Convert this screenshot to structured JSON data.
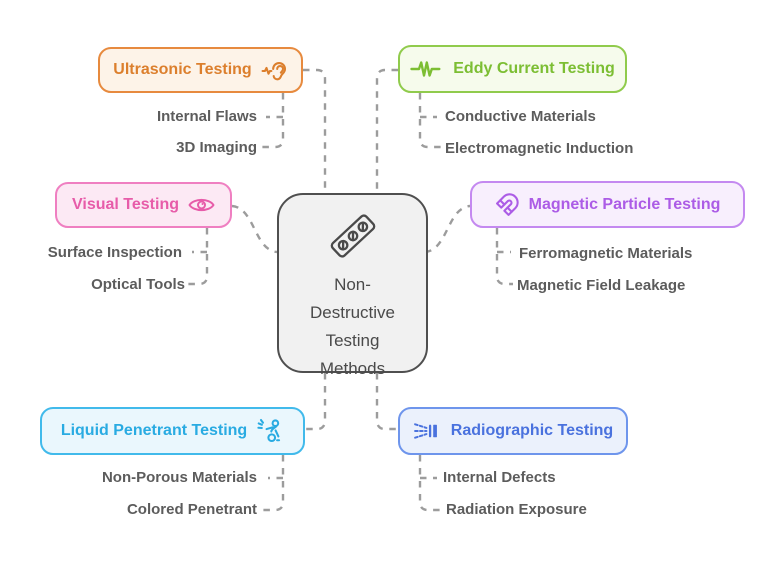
{
  "diagram_title": "Non-Destructive Testing Methods mindmap",
  "connector_color": "#9C9C9C",
  "sub_label_color": "#5C5C5C",
  "center": {
    "lines": [
      "Non-",
      "Destructive",
      "Testing",
      "Methods"
    ],
    "icon": "inspection-device-icon",
    "bg_color": "#F1F1F1",
    "border_color": "#4F4F4F",
    "text_color": "#4A4A4A"
  },
  "branches": [
    {
      "label": "Ultrasonic Testing",
      "icon": "ear-icon",
      "text_color": "#DC7F2D",
      "border_color": "#E78A3E",
      "bg_color": "#FDF3E8",
      "children": [
        "Internal Flaws",
        "3D Imaging"
      ]
    },
    {
      "label": "Eddy Current Testing",
      "icon": "pulse-waveform-icon",
      "text_color": "#7CBE33",
      "border_color": "#90CB4C",
      "bg_color": "#F6FBEC",
      "children": [
        "Conductive Materials",
        "Electromagnetic Induction"
      ]
    },
    {
      "label": "Visual Testing",
      "icon": "eye-icon",
      "text_color": "#E75CA9",
      "border_color": "#EF7FC1",
      "bg_color": "#FCE9F4",
      "children": [
        "Surface Inspection",
        "Optical Tools"
      ]
    },
    {
      "label": "Magnetic Particle Testing",
      "icon": "magnet-icon",
      "text_color": "#AC5CE6",
      "border_color": "#C489F0",
      "bg_color": "#F8EFFD",
      "children": [
        "Ferromagnetic Materials",
        "Magnetic Field Leakage"
      ]
    },
    {
      "label": "Liquid Penetrant Testing",
      "icon": "spray-person-icon",
      "text_color": "#29ABE2",
      "border_color": "#41BAEB",
      "bg_color": "#EAF7FD",
      "children": [
        "Non-Porous Materials",
        "Colored Penetrant"
      ]
    },
    {
      "label": "Radiographic Testing",
      "icon": "radiation-rays-icon",
      "text_color": "#4A72DE",
      "border_color": "#6E95EC",
      "bg_color": "#EBF1FC",
      "children": [
        "Internal Defects",
        "Radiation Exposure"
      ]
    }
  ]
}
